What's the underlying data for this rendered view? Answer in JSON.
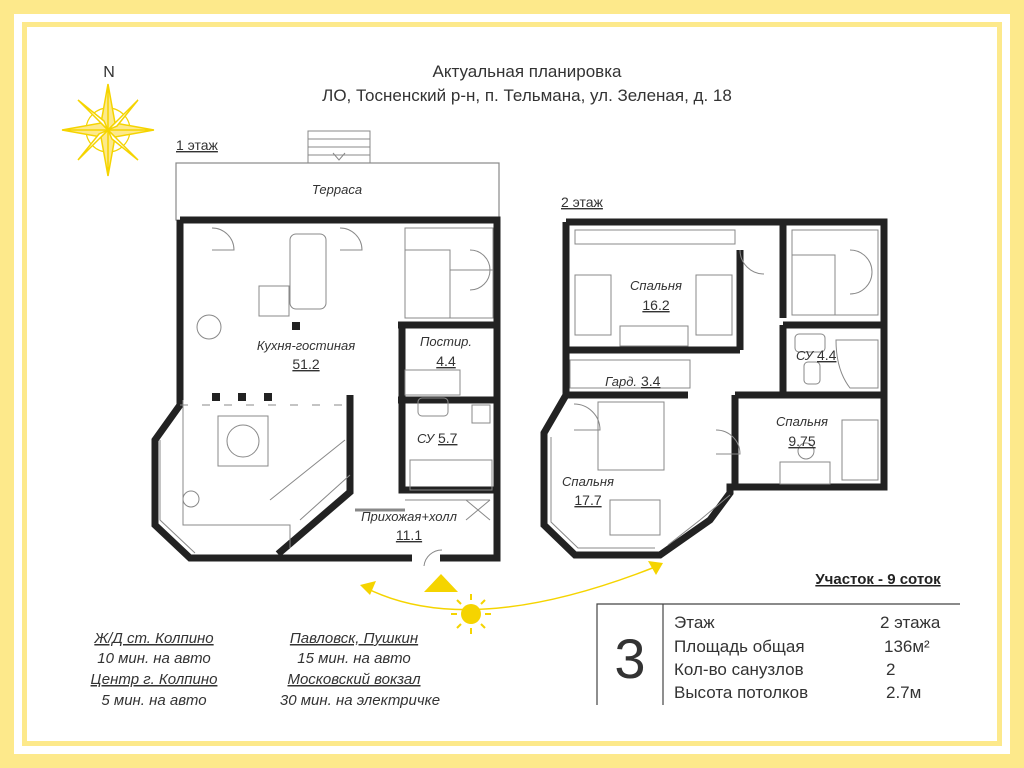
{
  "colors": {
    "frame": "#fde98b",
    "wall": "#222222",
    "light_wall": "#999999",
    "sun": "#f5d400",
    "text": "#333333"
  },
  "compass": {
    "north": "N"
  },
  "title": {
    "line1": "Актуальная планировка",
    "line2": "ЛО, Тосненский р-н, п. Тельмана, ул. Зеленая, д. 18"
  },
  "floor1": {
    "label": "1 этаж",
    "rooms": [
      {
        "name": "Терраса",
        "area": ""
      },
      {
        "name": "Кухня-гостиная",
        "area": "51.2"
      },
      {
        "name": "Постир.",
        "area": "4.4"
      },
      {
        "name": "СУ",
        "area": "5.7"
      },
      {
        "name": "Прихожая+холл",
        "area": "11.1"
      }
    ]
  },
  "floor2": {
    "label": "2 этаж",
    "rooms": [
      {
        "name": "Спальня",
        "area": "16.2"
      },
      {
        "name": "Гард.",
        "area": "3.4"
      },
      {
        "name": "СУ",
        "area": "4.4"
      },
      {
        "name": "Спальня",
        "area": "9.75"
      },
      {
        "name": "Спальня",
        "area": "17.7"
      }
    ]
  },
  "plot": "Участок - 9 соток",
  "summary": {
    "number": "3",
    "rows": [
      {
        "label": "Этаж",
        "value": "2 этажа"
      },
      {
        "label": "Площадь общая",
        "value": "136м²"
      },
      {
        "label": "Кол-во санузлов",
        "value": "2"
      },
      {
        "label": "Высота потолков",
        "value": "2.7м"
      }
    ]
  },
  "transport": [
    {
      "place": "Ж/Д ст. Колпино",
      "time": "10 мин. на авто"
    },
    {
      "place": "Центр г. Колпино",
      "time": "5 мин. на авто"
    },
    {
      "place": "Павловск, Пушкин",
      "time": "15 мин. на авто"
    },
    {
      "place": "Московский вокзал",
      "time": "30 мин. на электричке"
    }
  ]
}
